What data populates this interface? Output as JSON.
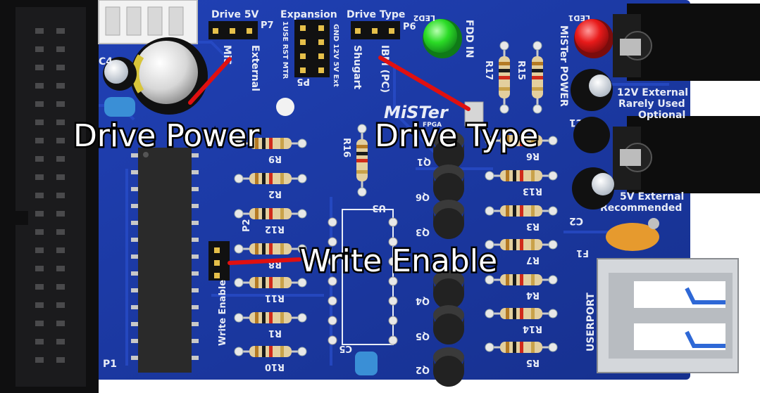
{
  "board": {
    "colors": {
      "pcb": "#1c3aa8",
      "silkscreen": "#e8ecf6",
      "connector_dark": "#1c1c1c",
      "callout_line": "#e01010",
      "led_green": "#22d41e",
      "led_red": "#e01616"
    },
    "silkscreen": {
      "drive_5v": "Drive 5V",
      "p7": "P7",
      "misc": "MiS",
      "external": "External",
      "expansion": "Expansion",
      "exp_pins": "1USE RST MTR",
      "exp_pins2": "GND 12V 5V Ext",
      "p5": "P5",
      "drive_type": "Drive Type",
      "p6": "P6",
      "shugart": "Shugart",
      "ibm_pc": "IBM (PC)",
      "led2": "LED2",
      "fdd_in": "FDD IN",
      "led1": "LED1",
      "mister_power": "MiSTer POWER",
      "r17": "R17",
      "r15": "R15",
      "c4": "C4",
      "c1": "C1",
      "c2": "C2",
      "c5": "C5",
      "p2": "P2",
      "write_enable_silk": "Write Enable",
      "u3": "U3",
      "r16": "R16",
      "r9": "R9",
      "r2": "R2",
      "r12": "R12",
      "r8": "R8",
      "r11": "R11",
      "r1": "R1",
      "r10": "R10",
      "r6": "R6",
      "r13": "R13",
      "r3": "R3",
      "r7": "R7",
      "r4": "R4",
      "r14": "R14",
      "r5": "R5",
      "q1": "Q1",
      "q6": "Q6",
      "q3": "Q3",
      "q4": "Q4",
      "q5": "Q5",
      "q2": "Q2",
      "p1": "P1",
      "f1": "F1",
      "ext12v_1": "12V External",
      "ext12v_2": "Rarely Used",
      "ext12v_3": "Optional",
      "ext5v_1": "5V External",
      "ext5v_2": "Recommended",
      "userport": "USERPORT",
      "logo": "MiSTer",
      "logo_sub": "FPGA"
    },
    "callouts": {
      "drive_power": "Drive Power",
      "drive_type": "Drive Type",
      "write_enable": "Write Enable"
    }
  }
}
